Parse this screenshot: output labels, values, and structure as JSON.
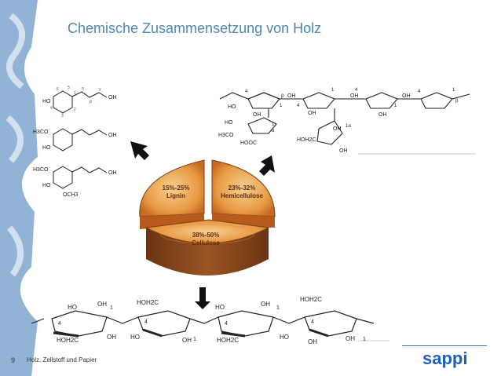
{
  "slide": {
    "title": "Chemische Zusammensetzung von Holz",
    "page_number": "9",
    "footer_text": "Holz, Zellstoff und Papier",
    "logo_text": "sappi"
  },
  "chart_data": {
    "type": "pie",
    "slices": [
      {
        "range": "15%-25%",
        "label": "Lignin"
      },
      {
        "range": "23%-32%",
        "label": "Hemicellulose"
      },
      {
        "range": "38%-50%",
        "label": "Cellulose"
      }
    ]
  },
  "lignin_structures": {
    "row1": {
      "ho": "HO",
      "oh": "OH",
      "ring_numbers": [
        "6",
        "5",
        "4",
        "3",
        "2",
        "1"
      ],
      "chain_labels": [
        "α",
        "β",
        "γ"
      ]
    },
    "row2": {
      "methoxy": "H3CO",
      "ho": "HO",
      "oh": "OH"
    },
    "row3": {
      "methoxy": "H3CO",
      "ho": "HO",
      "oh": "OH",
      "methoxy2": "OCH3"
    }
  },
  "hemicellulose_structure": {
    "labels": [
      "OH",
      "OH",
      "OH",
      "HO",
      "OH",
      "OH",
      "OH",
      "HO",
      "H3CO",
      "HOOC",
      "HOH2C",
      "OH",
      "OH"
    ],
    "numbers": [
      "4",
      "1",
      "4",
      "1",
      "4",
      "1",
      "β",
      "β",
      "1",
      "α",
      "1α",
      "4",
      "1"
    ]
  },
  "cellulose_structure": {
    "labels": [
      "HO",
      "OH",
      "HOH2C",
      "OH",
      "HO",
      "OH",
      "HOH2C",
      "HO",
      "OH",
      "HOH2C",
      "HO",
      "OH",
      "HOH2C",
      "OH"
    ],
    "numbers": [
      "4",
      "1",
      "4",
      "1",
      "4",
      "1",
      "4",
      "1"
    ]
  },
  "colors": {
    "title": "#4f87b0",
    "wood_light": "#f2c27e",
    "wood_mid": "#e0913c",
    "bark": "#8a4a1f",
    "logo": "#1f5fb8",
    "brand_strip": "#7ea7cf"
  }
}
